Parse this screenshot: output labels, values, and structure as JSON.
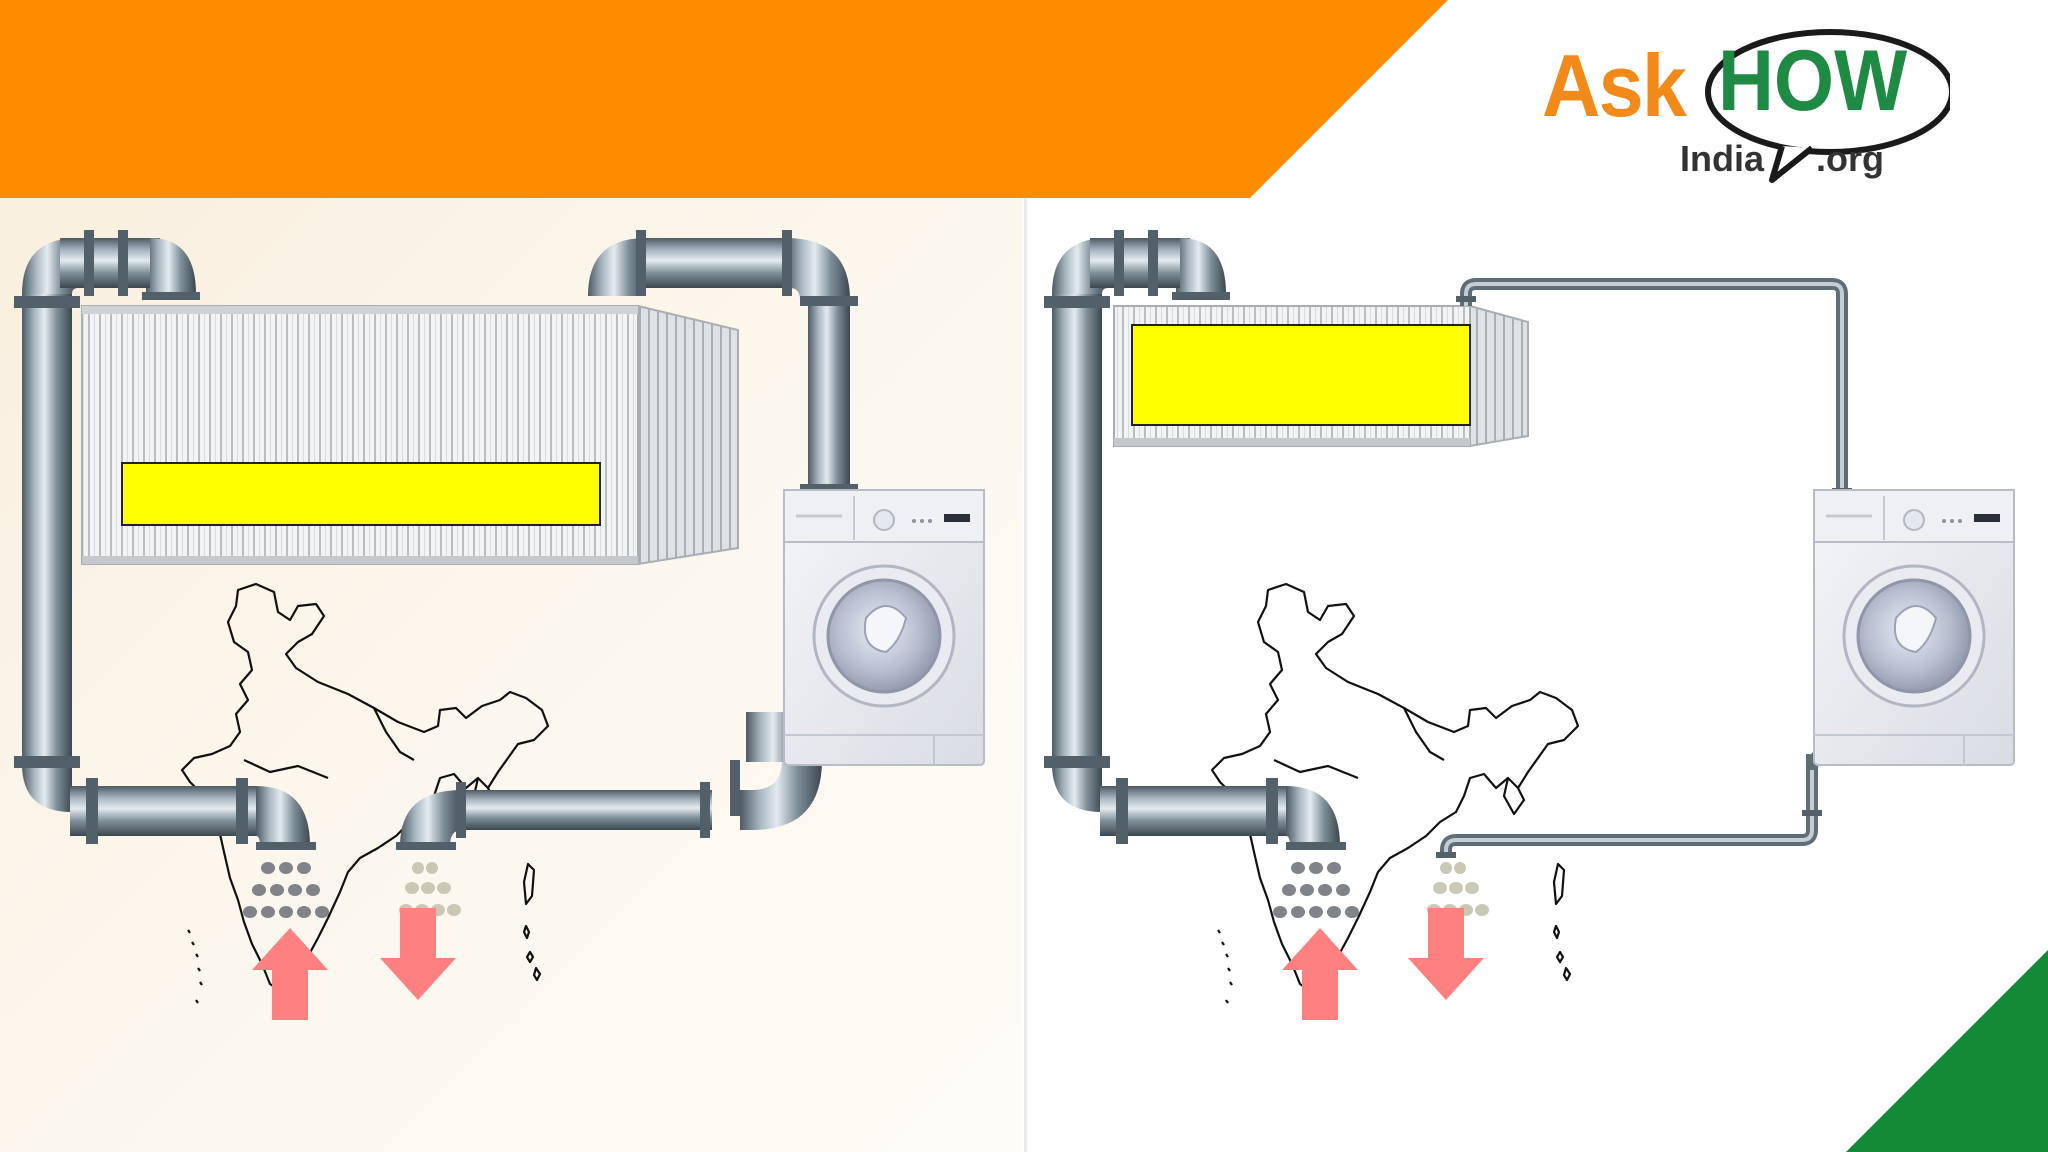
{
  "logo": {
    "ask": "Ask",
    "how": "HOW",
    "india": "India",
    "org": ".org",
    "colors": {
      "ask": "#f28a1a",
      "how": "#1f8a43",
      "bubble": "#1a1a1a"
    }
  },
  "colors": {
    "banner_orange": "#ff8c00",
    "corner_green": "#138a36",
    "label_yellow": "#ffff00",
    "arrow_red": "#ff8080",
    "pipe_steel": "#7e8e98"
  },
  "panels": [
    {
      "id": "left",
      "pipe_style": "thick-inflow-thick-outflow",
      "container_size": "large"
    },
    {
      "id": "right",
      "pipe_style": "thick-inflow-thin-outflow",
      "container_size": "small"
    }
  ],
  "icons": [
    "shipping-container-icon",
    "washing-machine-icon",
    "india-map-icon",
    "up-arrow-icon",
    "down-arrow-icon",
    "water-drops-icon",
    "pipe-icon"
  ]
}
